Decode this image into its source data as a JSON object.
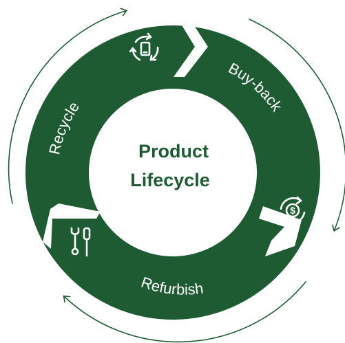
{
  "center": {
    "line1": "Product",
    "line2": "Lifecycle"
  },
  "stages": [
    {
      "label": "Buy-back",
      "icon": "dollar-cycle-icon"
    },
    {
      "label": "Refurbish",
      "icon": "tools-icon"
    },
    {
      "label": "Recycle",
      "icon": "recycle-phone-icon"
    }
  ],
  "colors": {
    "ring": "#1e5b33",
    "text": "#ffffff",
    "title": "#1e5b33",
    "background": "#ffffff"
  }
}
